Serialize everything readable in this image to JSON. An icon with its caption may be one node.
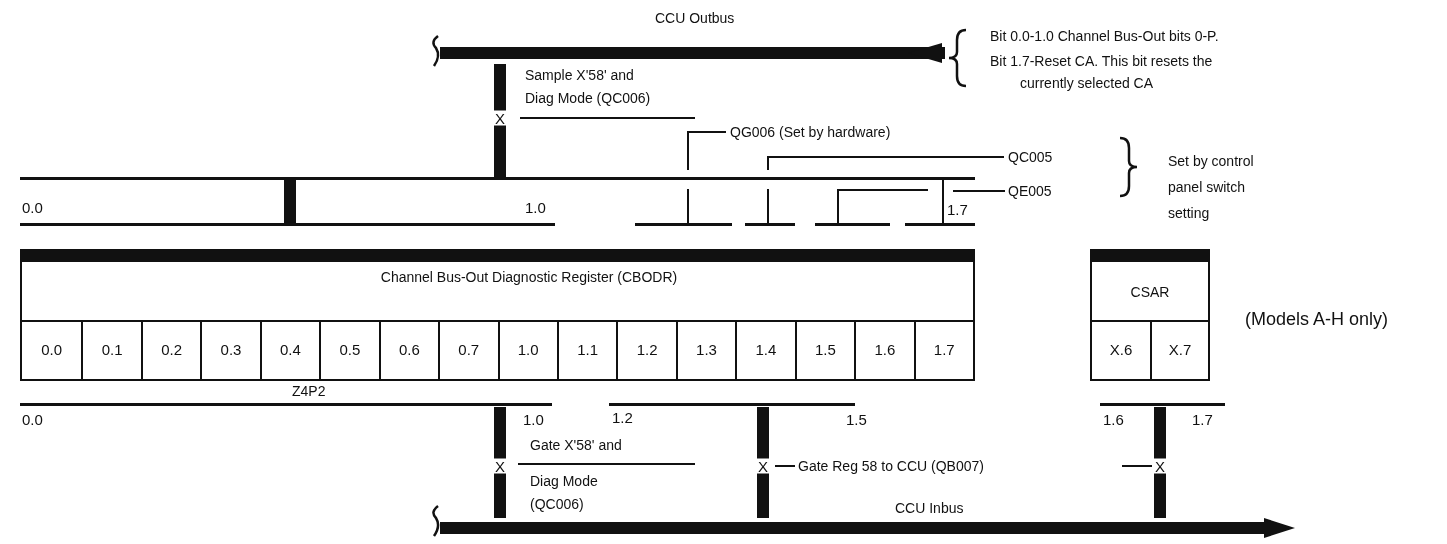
{
  "diagram": {
    "nodes": [
      {
        "text": [
          "CCU Outbus"
        ]
      },
      {
        "text": [
          "0.0",
          "1.0",
          "1.7"
        ]
      },
      {
        "text": [
          "Channel Bus-Out Diagnostic Register (CBODR)"
        ]
      },
      {
        "text": [
          "0.0"
        ],
        "in": 2
      },
      {
        "text": [
          "0.1"
        ],
        "in": 2
      },
      {
        "text": [
          "0.2"
        ],
        "in": 2
      },
      {
        "text": [
          "0.3"
        ],
        "in": 2
      },
      {
        "text": [
          "0.4"
        ],
        "in": 2
      },
      {
        "text": [
          "0.5"
        ],
        "in": 2
      },
      {
        "text": [
          "0.6"
        ],
        "in": 2
      },
      {
        "text": [
          "0.7"
        ],
        "in": 2
      },
      {
        "text": [
          "1.0"
        ],
        "in": 2
      },
      {
        "text": [
          "1.1"
        ],
        "in": 2
      },
      {
        "text": [
          "1.2"
        ],
        "in": 2
      },
      {
        "text": [
          "1.3"
        ],
        "in": 2
      },
      {
        "text": [
          "1.4"
        ],
        "in": 2
      },
      {
        "text": [
          "1.5"
        ],
        "in": 2
      },
      {
        "text": [
          "1.6"
        ],
        "in": 2
      },
      {
        "text": [
          "1.7"
        ],
        "in": 2
      },
      {
        "text": [
          "CSAR"
        ],
        "beside": [
          "(Models A-H only)"
        ]
      },
      {
        "text": [
          "X.6"
        ],
        "in": 19
      },
      {
        "text": [
          "X.7"
        ],
        "in": 19
      },
      {
        "text": [
          "0.0",
          "1.0",
          "1.2",
          "1.5",
          "1.6",
          "1.7"
        ]
      },
      {
        "text": [
          "CCU Inbus"
        ]
      }
    ],
    "edges": [
      {
        "from": 0,
        "to": 1,
        "arrow": "none",
        "label": "X"
      },
      {
        "from": 22,
        "to": 23,
        "arrow": "none",
        "label": "X"
      },
      {
        "from": 22,
        "to": 23,
        "arrow": "none",
        "label": "X"
      },
      {
        "from": 22,
        "to": 23,
        "arrow": "none",
        "label": "X"
      }
    ],
    "labels": [
      "Bit 0.0-1.0 Channel Bus-Out bits 0-P.",
      "Bit 1.7-Reset CA. This bit resets the currently selected CA",
      "Sample X'58' and Diag Mode (QC006)",
      "QG006 (Set by hardware)",
      "QC005",
      "QE005",
      "Set by control panel switch setting",
      "Z4P2",
      "Gate X'58' and",
      "Gate Reg 58 to CCU (QB007)",
      "Diag Mode (QC006)"
    ]
  }
}
